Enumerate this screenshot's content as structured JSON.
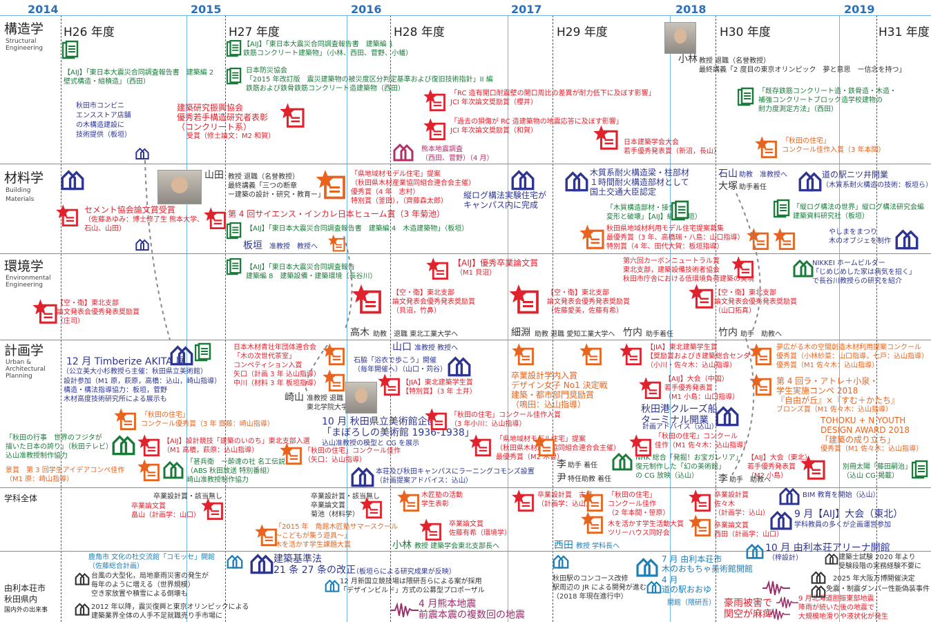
{
  "years": [
    "2014",
    "2015",
    "2016",
    "2017",
    "2018",
    "2019"
  ],
  "fiscal_years": [
    "H26 年度",
    "H27 年度",
    "H28 年度",
    "H29 年度",
    "H30 年度",
    "H31 年度"
  ],
  "rows": {
    "struct": {
      "ja": "構造学",
      "en1": "Structural",
      "en2": "Engineering"
    },
    "material": {
      "ja": "材料学",
      "en1": "Building",
      "en2": "Materials"
    },
    "env": {
      "ja": "環境学",
      "en1": "Environmental",
      "en2": "Engineering"
    },
    "plan": {
      "ja": "計画学",
      "en1": "Urban &",
      "en2": "Architectural",
      "en3": "Planning"
    },
    "dept": {
      "ja": "学科全体"
    },
    "region": {
      "l1": "由利本荘市",
      "l2": "秋田県内",
      "l3": "国内外の出来事"
    }
  },
  "struct": {
    "a1": "【AIJ】「東日本大震災合同調査報告書　建築編 2\n壁式構造・組積造」（西田）",
    "a2": "【AIJ】「東日本大震災合同調査報告書　建築編 1\n鉄筋コンクリート建築物」（小林、西田、菅野、小幡）",
    "a3": "日本防災協会\n「2015 年改訂版　震災建築物の被災度区分判定基準および復旧技術指針」II 編\n鉄筋および鉄骨鉄筋コンクリート造建築物（西田）",
    "a4": "秋田市コンビニ\nエンスストア店舗\nの木構造建設に\n技術提供（板垣）",
    "a5": "建築研究振興協会\n優秀若手構造研究者表彰\n（コンクリート系）",
    "a5b": "受賞（修士論文：M2 和賀）",
    "a6": "「RC 造有開口耐震壁の開口周比の差異が耐力低下に及ぼす影響」\nJCI 年次論文奨励賞（櫻井）",
    "a7": "「過去の損傷が RC 造建築物の地震応答に及ぼす影響」\nJCI 年次論文奨励賞（和賀）",
    "a8": "熊本地震調査\n（西田、菅野）（4 月）",
    "a9": "日本建築学会大会\n若手優秀発表賞（新沼，長山）",
    "a10_name": "小林",
    "a10": "教授 退職（名誉教授）\n最終講義「2 度目の東京オリンピック　夢と意思　ー信念を持つ」",
    "a11": "「既存鉄筋コンクリート造・鉄骨造・木造・\n補強コンクリートブロック造学校建物の\n耐力度測定方法」（西田）",
    "a12": "「秋田の住宅」\nコンクール佳作入賞（3 年本間）"
  },
  "material": {
    "b1_name": "山田",
    "b1": "教授 退職（名誉教授）\n最終講義「三つの断章\nー建築の設計・研究・教育ー」",
    "b2": "セメント協会論文賞受賞",
    "b2b": "（佐藤あゆみ：博士修了生 熊本大学、\n石山、山田）",
    "b3": "第 4 回サイエンス・インカレ日本ヒューム賞（3 年菊池）",
    "b4": "【AIJ】「東日本大震災合同調査報告書　建築編 4　木造建築物」（板垣）",
    "b5_name": "板垣",
    "b5": "准教授　教授へ",
    "b6": "「県地域材モデル住宅」提案\n（秋田県木材産業協同組合連合会主催）\n優秀賞（4 年　志村）\n特別賞（釜田），（齊藤森太郎）",
    "b7": "縦ログ構法実験住宅が\nキャンパス内に完成",
    "b8": "木質系耐火構造梁・柱部材\n１時間耐火構造部材として\n国土交通大臣認定",
    "b9": "「木質構造部材・接合部の\n変形と破壊」【AIJ】編（板垣）",
    "b10": "秋田県地域材利用モデル住宅提案募集\n最優秀賞（3 年、高橋瑞・八島：山口指導）\n特別賞（4 年、田代大賀：板垣指導）",
    "b11_name1": "石山",
    "b11a": "助教　准教授へ",
    "b11_name2": "大塚",
    "b11b": "助手着任",
    "b12": "道の駅ニツ井開業",
    "b12b": "（木質系耐火構造の技術：板垣ら）",
    "b13": "「縦ログ構法の世界」縦ログ構法研究会編\n建築資料研究社（板垣）",
    "b14": "やしまをまつり\n木のオブジェを制作"
  },
  "env": {
    "c1": "【AIJ】「東日本大震災合同調査報告\n建築編 8　建築設備・建築環境（長谷川）",
    "c2": "【空・衛】東北支部\n論文発表会優秀発表奨励賞\n（庄司）",
    "c3": "【AIJ】優秀卒業論文賞",
    "c3b": "（M1 貝沼）",
    "c4": "【空・衛】東北支部\n論文発表会優秀発表奨励賞\n（貝沼，竹鼻）",
    "c5": "【空・衛】東北支部\n論文発表会優秀発表奨励賞\n（佐藤愛美，佐藤有希）",
    "c6": "第六回カーボンニュートラル賞\n東北支部，建築設備技術者協会\n秋田市庁舎における低環境負荷建築の実現",
    "c7": "【空・衛】東北支部\n論文発表会優秀発表奨励賞\n（山口拓真）",
    "c8": "NIKKEI ホームビルダー\n「じめじめした家は病気を招く」\nで長谷川教授らの研究を紹介",
    "c9_name": "高木",
    "c9": "助教　退職 東北工業大学へ",
    "c10_name": "細淵",
    "c10": "助教 退職 愛知工業大学へ",
    "c11_name": "竹内",
    "c11": "助手着任",
    "c12_name": "竹内",
    "c12": "助手　助教へ"
  },
  "plan": {
    "d1": "12 月 Timberize AKITA 展",
    "d1b": "（公立美大小杉教授ら主催：秋田県立美術館）",
    "d1c": "設計参加（M1 原，萩原，高橋：込山，崎山指導）\n構造・構法指導協力：板垣，菅野\n木材高度技術研究所による展示も",
    "d2": "日本木材青壮年団体連合会\n「木の次世代茶室」\nコンペティション入賞\n矢口（計画 3 年 込山指導）\n中川（材料 3 年 板垣指導）",
    "d3_name": "崎山",
    "d3": "准教授 退職\n東北学院大学へ",
    "d4": "「秋田の住宅」\nコンクール優秀賞（3 年 齋藤：崎山指導）",
    "d5": "「秋田の行事　世界のフジタが\n描いた日本の誇り」（秋田テレビ）\n込山准教授制作協力",
    "d6": "【AIJ】設計競技「建築のいのち」東北支部入選\n（M1 高橋，萩原：込山指導）",
    "d7": "「甚兵衛　ー酔達の社 名工伝説ー」\n（ABS 秋田放送 特別番組）\n崎山准教授制作協力",
    "d8": "景賞　第 3 回学生アイデアコンペ佳作\n（M1 原：崎山指導）",
    "d9": "「秋田の住宅」コンクール佳作\n（矢口：込山指導）",
    "d10_name": "山口",
    "d10": "准教授 教授へ",
    "d11": "石脇「浴衣で歩こう」開催\n（毎年開催へ）（山口・苅谷）",
    "d12": "【JIA】東北建築学生賞\n【特別賞】（3 年 土井）",
    "d13": "10 月 秋田県立美術館企画展\n「まぼろしの美術館 1936-1938」",
    "d13b": "込山准教授の模型と CG を展示",
    "d14": "「秋田の住宅」コンクール佳作入賞\n（3 年小川：込山指導）",
    "d15": "本荘及び秋田キャンパスにラーニングコモンズ設置\n（計画提案アドバイス：込山）",
    "d16": "卒業設計学内入賞\nデザイン女子 No1 決定戦\n建築・都市部門奨励賞\n（鳴田：込山指導）",
    "d17": "「県地域材モデル住宅」提案\n（秋田県木材産業協同組合連合会主催）\n最優秀賞（M2 木曽）",
    "d18_name1": "李",
    "d18a": "助手 着任",
    "d18_name2": "尹",
    "d18b": "特任助教 着任",
    "d19": "【JIA】東北建築学生賞\n【奨励賞およびき建築総合センター賞】\n（小川・佐々木：込山指導）",
    "d20": "【AIJ】大会（中国）\n若手優秀発表賞\n（M1 小島：山口指導）",
    "d21": "秋田港クルーズ船\nターミナル開業",
    "d21b": "計画アドバイス（込山）",
    "d22": "「秋田の住宅」コンクール\n佳作（M1 佐々木：込山指導）",
    "d23": "NHK 総合「発掘！お宝ガレリア」\n復元制作した「幻の美術館」\nの CG 放映（込山）",
    "d24": "【AIJ】大会（東北）\n若手優秀発表賞\n（M2 小島）",
    "d25": "夢広がる木の空間創造木材利用提案コンクール\n優秀賞（小林紗菜：山口指導，七戸：込山指導）\n優秀賞（M1 佐々木：込山指導）",
    "d26": "第 4 回ラ・アトレ＋小泉・\n学生実施コンペ 2018\n『自由が丘』×『すむ＋かたち』",
    "d26b": "ブロンズ賞（M1 佐々木：込山指導）",
    "d27": "TOHOKU + N YOUTH\nDESIGN AWARD 2018\n「建築の成り立ち」",
    "d27b": "優秀賞（M1 佐々木：込山指導）",
    "d28": "別冊太陽「藤田嗣治」\n（込山 CG 掲載）",
    "d29_name": "李",
    "d29": "助手　助教へ"
  },
  "dept": {
    "e1": "卒業設計賞・該当無し",
    "e2": "卒業論文賞\n畠山（計画学：山口）",
    "e3": "卒業設計賞・該当無し\n卒業論文賞\n菊池（材料学）",
    "e4": "「2015 年　角館木匠塾サマースクール\n〜こどもが集う遊具〜」\n木を活かす学生課題大賞",
    "e5": "木匠塾の活動\n学生表彰",
    "e6": "卒業論文賞\n佐藤有希（環境学）",
    "e7_name": "小林",
    "e7": "教授 建築学会東北支部長へ",
    "e8": "卒業設計賞　古見\n（計画学：込山）",
    "e9": "「秋田の住宅」\nコンクール佳作\n（2 年本間・笹原）",
    "e10": "木を活かす学生活動大賞\nツリーハウス同好会",
    "e11": "卒業設計賞\n佐々木\n（計画学：込山）",
    "e12": "卒業論文賞\n西田（計画学：山口）",
    "e13_name": "西田",
    "e13": "教授 学科長へ",
    "e14": "BIM 教育を開始（込山）",
    "e15": "9 月【AIJ】大会（東北）",
    "e15b": "学科教員の多くが企画運営参加"
  },
  "region": {
    "f1": "鹿角市 文化の杜交流館「コモッセ」開館\n（佐藤総合計画）",
    "f2": "建築基準法\n21 条 27 条の改正",
    "f2b": "（板垣らによる研究成果が反映）",
    "f3": "台風の大型化，局地豪雨災害の発生が\n毎年のように増える（世界規模）\n空き家放置や積雪による倒壊も",
    "f4": "2012 年以降，震災復興と東京オリンピックによる\n建築業界全体の人手不足就職売り手市場に",
    "f5": "12 月新国立競技場は隈研吾らによる案が採用\n「デザインビルド」方式の公募型プロポーザル",
    "f6": "4 月熊本地震\n前震本震の複数回の地震",
    "f7": "秋田駅のコンコース改修\n駅周辺の JR による開発が進む\n（2018 年現在進行中）",
    "f8": "7 月 由利本荘市\n木のおもちゃ美術館開館",
    "f9": "4 月\n道の駅おおゆ",
    "f9b": "開館（隈研吾）",
    "f10": "豪雨被害で\n関空が麻痺",
    "f11": "10 月 由利本荘アリーナ開館",
    "f11b": "（梓設計）",
    "f12": "建築士試験 2020 年より\n受験段階の実務経験不要に",
    "f13": "2025 年大阪万博開催決定",
    "f14": "免震・制震ダンパー性能偽装事件",
    "f15": "9 月北海道胆振東部地震\n降雨が続いた後の地震で\n大規模地滑りや液状化が発生"
  },
  "colors": {
    "year": "#2a6fb8",
    "award": "#e0222d",
    "book": "#1a7a3a",
    "house": "#2d3590",
    "star_orange": "#e8641e"
  }
}
